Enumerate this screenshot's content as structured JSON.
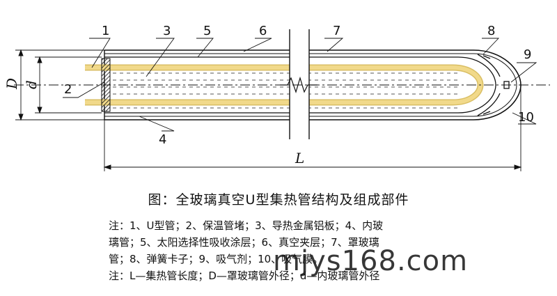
{
  "labels": {
    "l1": "1",
    "l2": "2",
    "l3": "3",
    "l4": "4",
    "l5": "5",
    "l6": "6",
    "l7": "7",
    "l8": "8",
    "l9": "9",
    "l10": "10"
  },
  "dimensions": {
    "D": "D",
    "d": "d",
    "L": "L"
  },
  "caption": "图：全玻璃真空U型集热管结构及组成部件",
  "notes": [
    "注：1、U型管；2、保温管堵；3、导热金属铝板；4、内玻",
    "璃管；5、太阳选择性吸收涂层；6、真空夹层；7、罩玻璃",
    "管；8、弹簧卡子；9、吸气剂；10、吸气膜。",
    "注：L—集热管长度；D—罩玻璃管外径；d—内玻璃管外径"
  ],
  "watermark": "mjys168.com",
  "colors": {
    "u_tube": "#f1d98a",
    "ink": "#111111",
    "background": "#ffffff"
  }
}
